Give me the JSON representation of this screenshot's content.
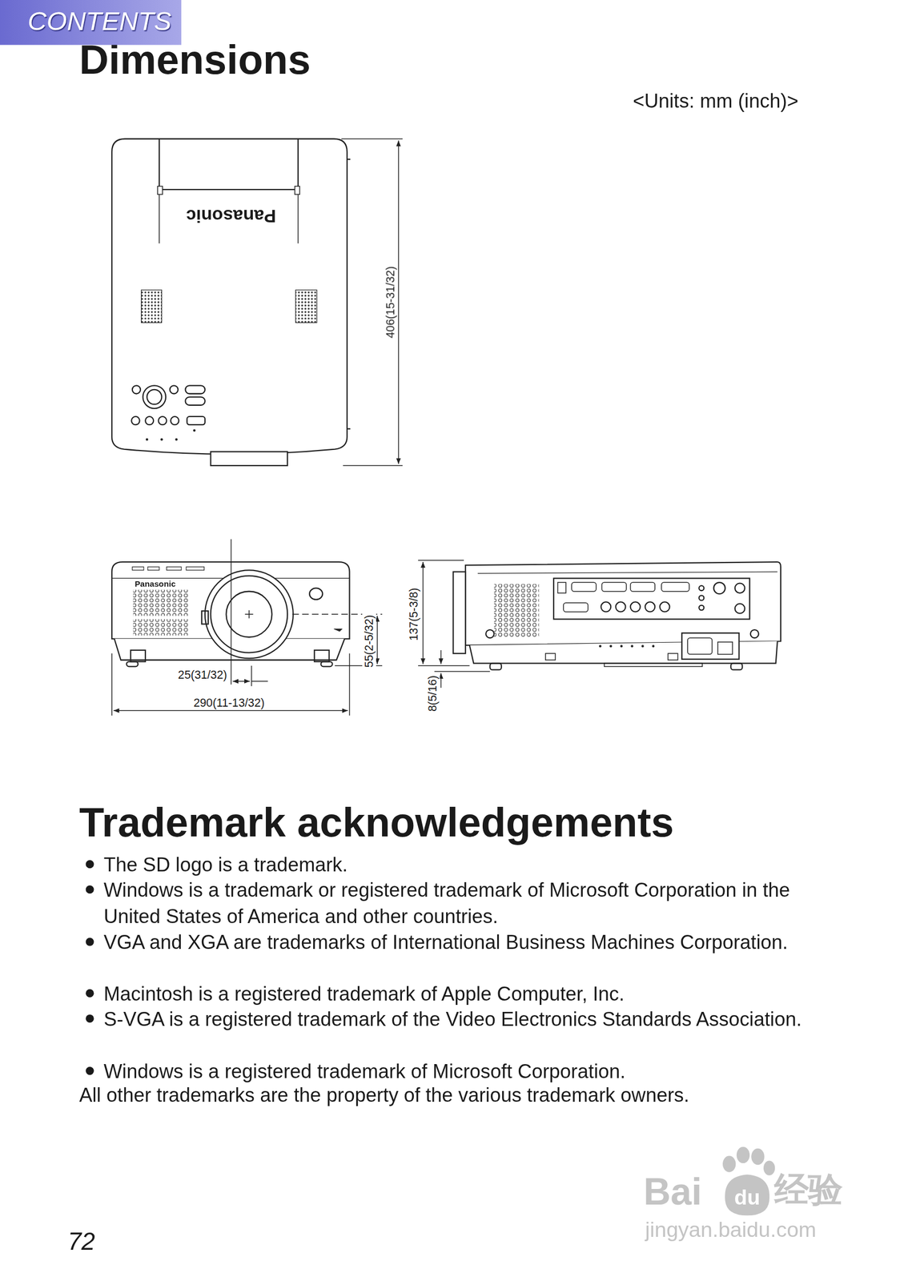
{
  "diagram": {
    "title": "Dimensions",
    "nodes": [
      {
        "text": [
          "CONTENTS"
        ]
      }
    ],
    "labels": [
      "<Units: mm (inch)>",
      "Panasonic",
      "406(15-31/32)",
      "Panasonic",
      "25(31/32)",
      "290(11-13/32)",
      "55(2-5/32)",
      "137(5-3/8)",
      "8(5/16)",
      "Trademark acknowledgements",
      "The SD logo is a trademark.",
      "Windows is a trademark or registered trademark of Microsoft Corporation in the United States of America and other countries.",
      "VGA and XGA are trademarks of International Business Machines Corporation.",
      "Macintosh is a registered trademark of Apple Computer, Inc.",
      "S-VGA is a registered trademark of the Video Electronics Standards Association.",
      "Windows is a registered trademark of Microsoft Corporation.",
      "All other trademarks are the property of the various trademark owners.",
      "72",
      "Bai",
      "du",
      "经验",
      "jingyan.baidu.com"
    ]
  }
}
